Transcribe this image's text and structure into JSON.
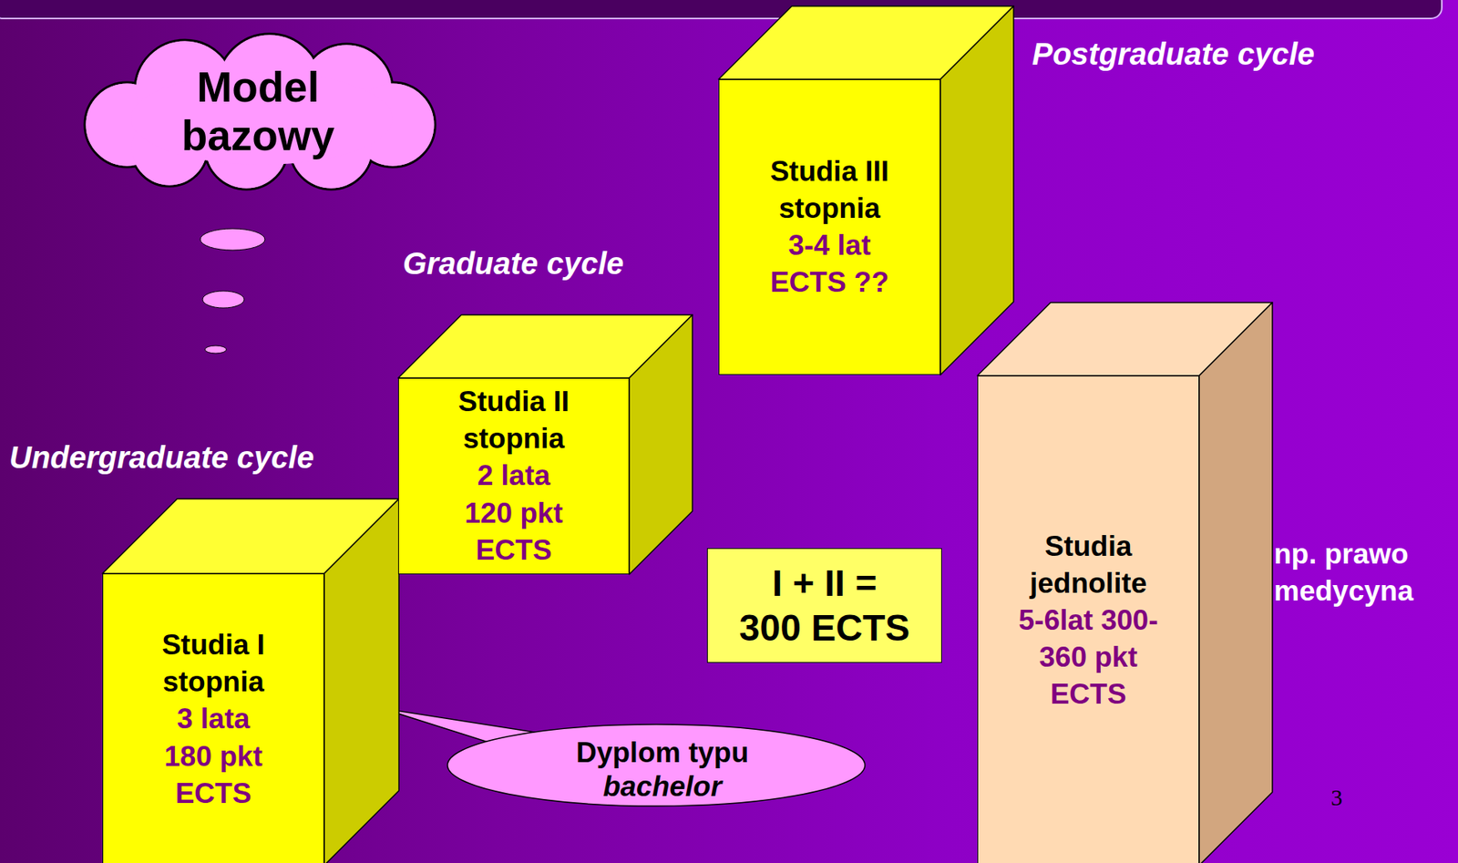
{
  "diagram": {
    "nodes": [
      {
        "text": [
          "Model bazowy"
        ]
      },
      {
        "text": [
          "Studia III stopnia",
          "3-4 lat ECTS ??"
        ]
      },
      {
        "text": [
          "Studia II stopnia",
          "2 lata 120 pkt ECTS"
        ]
      },
      {
        "text": [
          "Studia I stopnia",
          "3 lata 180 pkt ECTS"
        ]
      },
      {
        "text": [
          "Dyplom typu",
          "bachelor"
        ]
      },
      {
        "text": [
          "I + II = 300 ECTS"
        ]
      },
      {
        "text": [
          "Studia jednolite",
          "5-6lat 300-360 pkt ECTS"
        ]
      }
    ],
    "labels": [
      "Undergraduate cycle",
      "Graduate cycle",
      "Postgraduate cycle",
      "np. prawo medycyna",
      "3"
    ]
  }
}
